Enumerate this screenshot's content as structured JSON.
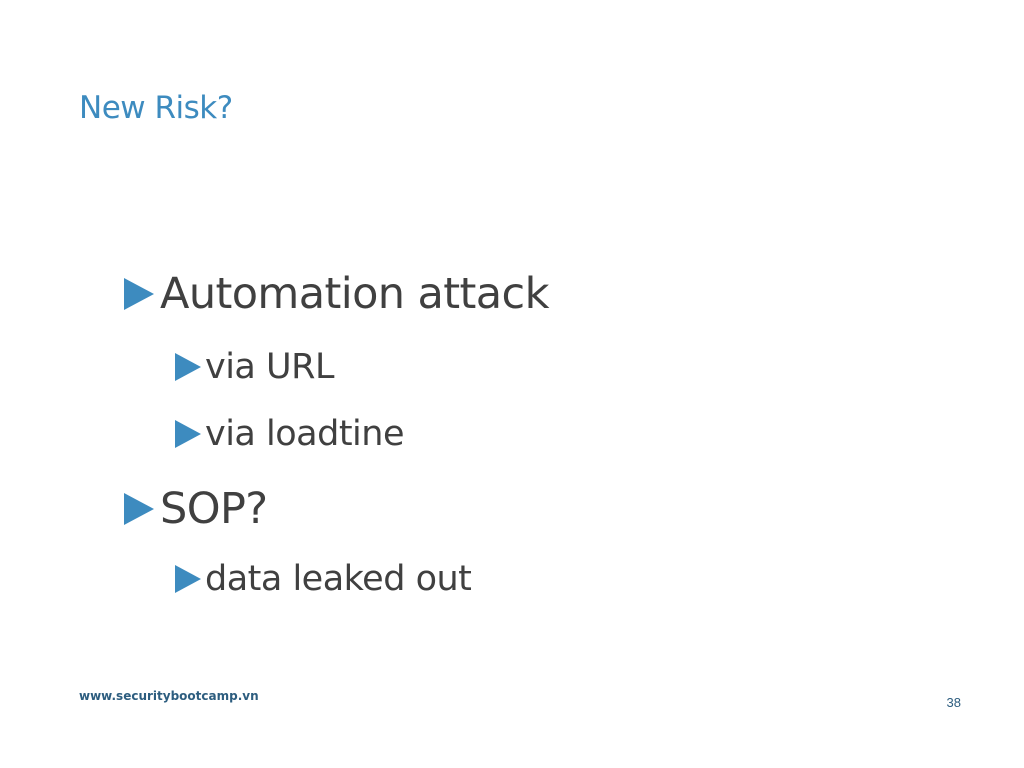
{
  "slide": {
    "title": "New Risk?",
    "bullets": [
      {
        "level": 1,
        "text": "Automation attack"
      },
      {
        "level": 2,
        "text": "via URL"
      },
      {
        "level": 2,
        "text": "via loadtine"
      },
      {
        "level": 1,
        "text": "SOP?"
      },
      {
        "level": 2,
        "text": "data leaked out"
      }
    ],
    "footer_url": "www.securitybootcamp.vn",
    "page_number": "38"
  },
  "colors": {
    "accent": "#3d8bbf",
    "body_text": "#404040",
    "footer_text": "#2d5d7f",
    "background": "#ffffff"
  }
}
